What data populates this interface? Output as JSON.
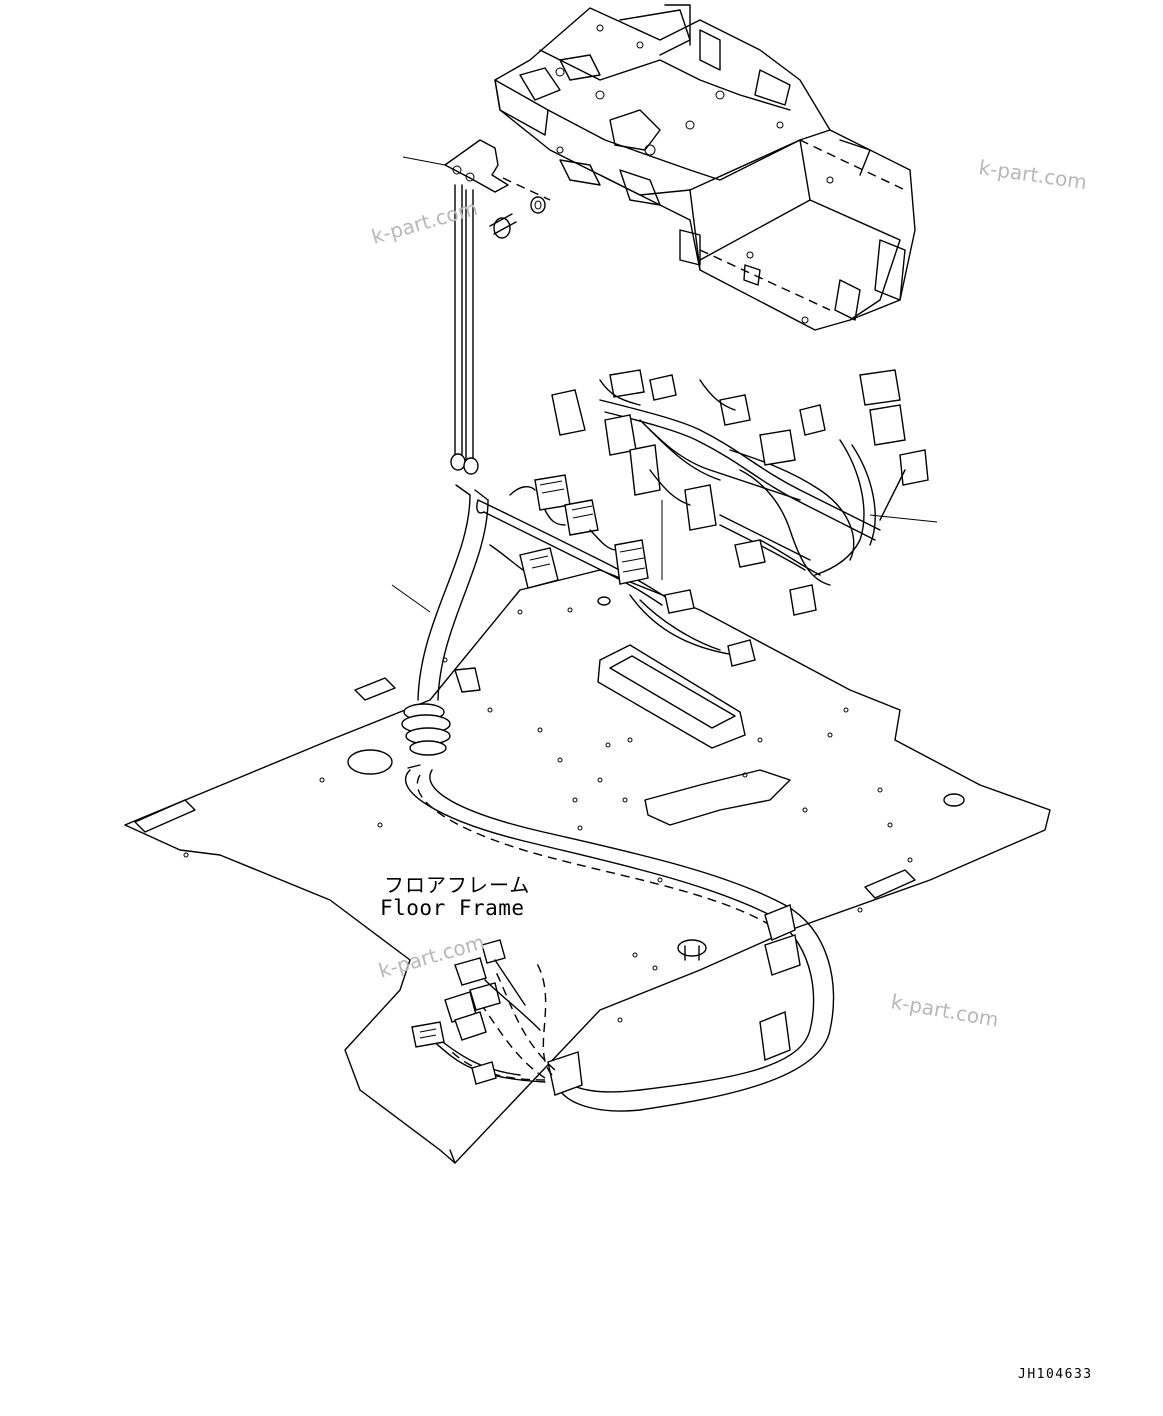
{
  "labels": {
    "floor_frame_jp": "フロアフレーム",
    "floor_frame_en": "Floor Frame",
    "drawing_code": "JH104633"
  },
  "watermarks": [
    "k-part.com",
    "k-part.com",
    "k-part.com",
    "k-part.com"
  ],
  "colors": {
    "line": "#000000",
    "background": "#ffffff",
    "watermark": "#b8b8b8"
  }
}
